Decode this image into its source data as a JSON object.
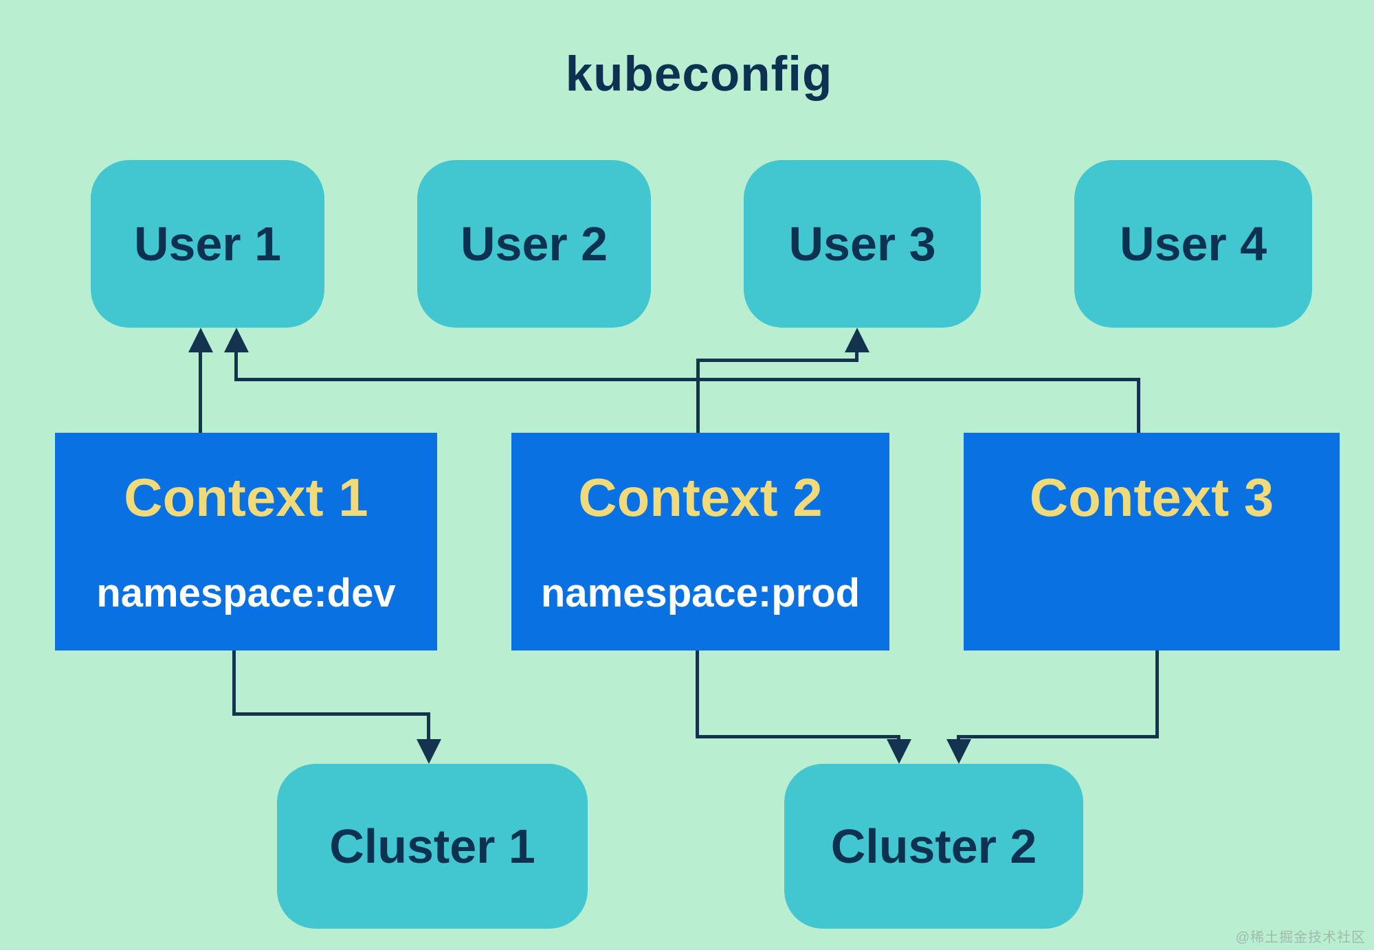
{
  "title": {
    "text": "kubeconfig"
  },
  "nodes": {
    "users": [
      {
        "label": "User 1"
      },
      {
        "label": "User 2"
      },
      {
        "label": "User 3"
      },
      {
        "label": "User 4"
      }
    ],
    "contexts": [
      {
        "label": "Context 1",
        "namespace": "namespace:dev"
      },
      {
        "label": "Context 2",
        "namespace": "namespace:prod"
      },
      {
        "label": "Context 3",
        "namespace": ""
      }
    ],
    "clusters": [
      {
        "label": "Cluster 1"
      },
      {
        "label": "Cluster 2"
      }
    ]
  },
  "edges": [
    {
      "from": "Context 1",
      "to": "User 1"
    },
    {
      "from": "Context 2",
      "to": "User 3"
    },
    {
      "from": "Context 3",
      "to": "User 1"
    },
    {
      "from": "Context 1",
      "to": "Cluster 1"
    },
    {
      "from": "Context 2",
      "to": "Cluster 2"
    },
    {
      "from": "Context 3",
      "to": "Cluster 2"
    }
  ],
  "colors": {
    "background": "#b9efd0",
    "node_teal": "#42c6cf",
    "node_blue": "#0a71e2",
    "heading_yellow": "#f0da7a",
    "text_navy": "#0d3150",
    "line_navy": "#14334f"
  },
  "watermark": {
    "text": "@稀土掘金技术社区"
  }
}
